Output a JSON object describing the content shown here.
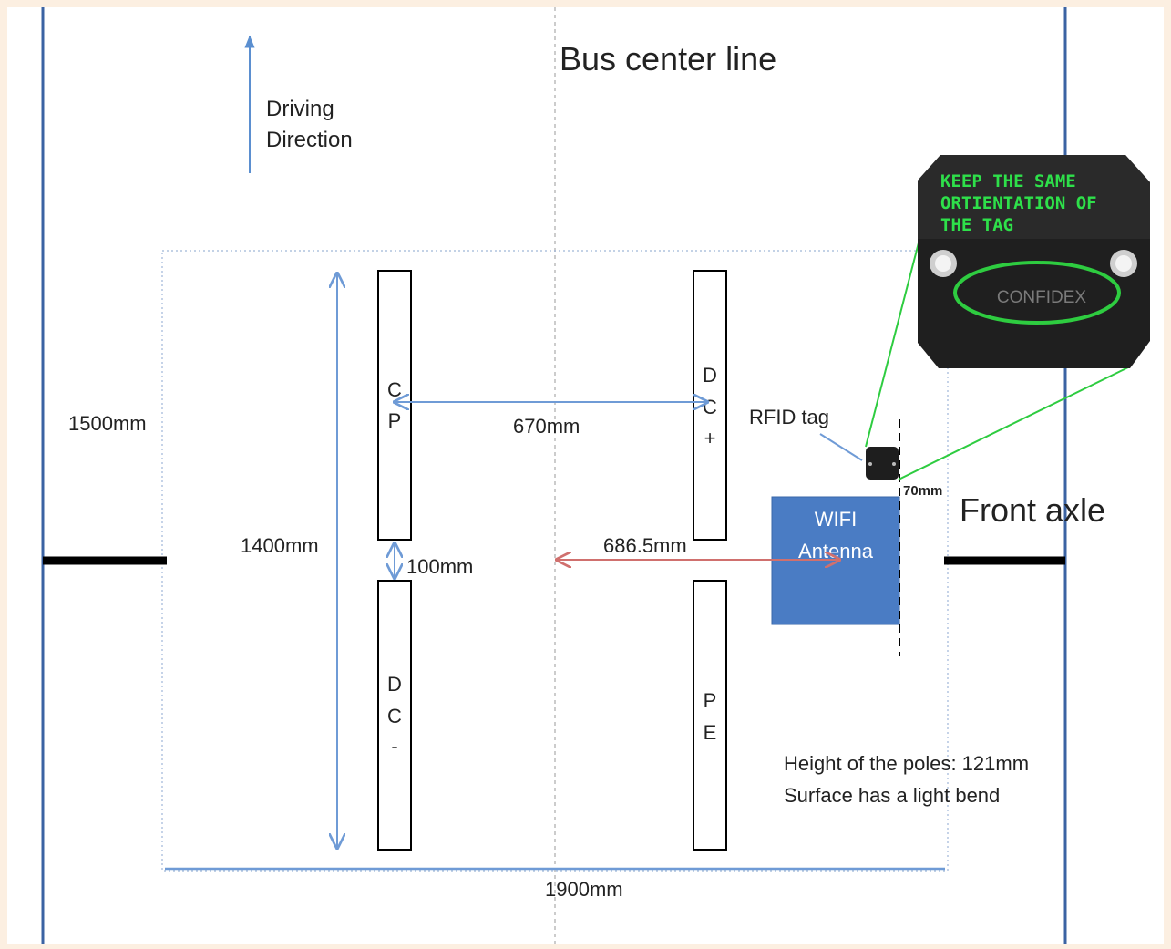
{
  "center_line_label": "Bus center line",
  "driving_direction": [
    "Driving",
    "Direction"
  ],
  "poles": [
    {
      "letters": [
        "C",
        "P"
      ]
    },
    {
      "letters": [
        "D",
        "C",
        "+"
      ]
    },
    {
      "letters": [
        "D",
        "C",
        "-"
      ]
    },
    {
      "letters": [
        "P",
        "E"
      ]
    }
  ],
  "dimensions": {
    "width_total": "1900mm",
    "height_outer": "1500mm",
    "pole_length": "1400mm",
    "pole_gap": "100mm",
    "pole_spacing": "670mm",
    "center_offset": "686.5mm",
    "tag_offset": "70mm"
  },
  "rfid_tag_label": "RFID tag",
  "front_axle_label": "Front axle",
  "wifi_antenna": [
    "WIFI",
    "Antenna"
  ],
  "tag_note": [
    "KEEP THE SAME",
    "ORTIENTATION OF",
    "THE TAG"
  ],
  "tag_brand": "CONFIDEX",
  "notes": [
    "Height of the poles: 121mm",
    "Surface has a light bend"
  ],
  "colors": {
    "background": "#fcefe1",
    "bus_outline": "#3b63a3",
    "axle": "#000000",
    "dimension_arrow": "#6f9bd6",
    "offset_arrow": "#d0706e",
    "antenna_fill": "#4a7cc4",
    "tag_outline": "#2ecc40",
    "tag_text": "#2ee04a"
  }
}
